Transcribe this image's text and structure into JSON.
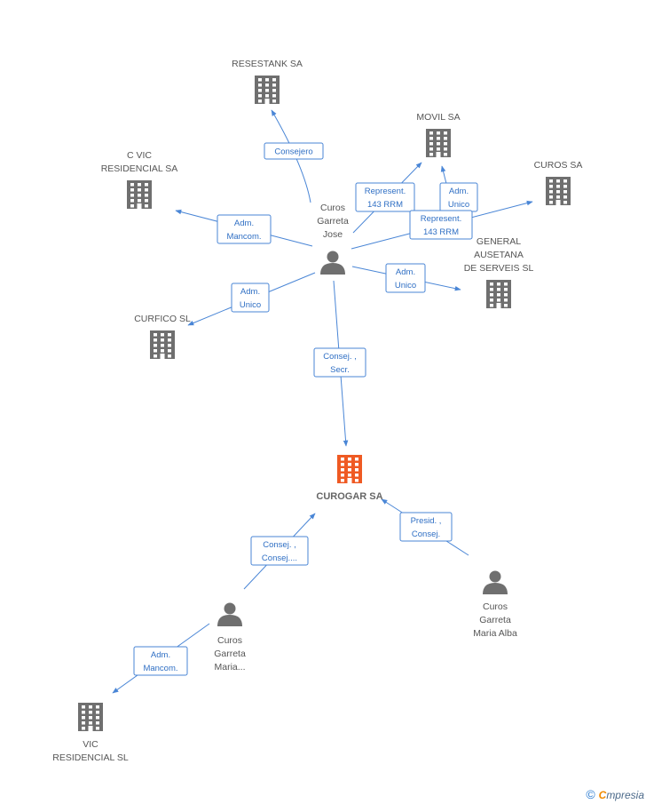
{
  "colors": {
    "edge": "#4a86d6",
    "building": "#6f6f6f",
    "building_main": "#ef5a23",
    "person": "#6f6f6f",
    "label": "#555555"
  },
  "nodes": [
    {
      "id": "resestank",
      "type": "company",
      "lines": [
        "RESESTANK SA"
      ]
    },
    {
      "id": "movil",
      "type": "company",
      "lines": [
        "MOVIL SA"
      ]
    },
    {
      "id": "cvic",
      "type": "company",
      "lines": [
        "C VIC",
        "RESIDENCIAL SA"
      ]
    },
    {
      "id": "curossa",
      "type": "company",
      "lines": [
        "CUROS SA"
      ]
    },
    {
      "id": "general",
      "type": "company",
      "lines": [
        "GENERAL",
        "AUSETANA",
        "DE SERVEIS  SL"
      ]
    },
    {
      "id": "curfico",
      "type": "company",
      "lines": [
        "CURFICO SL"
      ]
    },
    {
      "id": "curogar",
      "type": "company-main",
      "lines": [
        "CUROGAR SA"
      ]
    },
    {
      "id": "vic",
      "type": "company",
      "lines": [
        "VIC",
        "RESIDENCIAL SL"
      ]
    },
    {
      "id": "jose",
      "type": "person",
      "lines": [
        "Curos",
        "Garreta",
        "Jose"
      ]
    },
    {
      "id": "mariaalba",
      "type": "person",
      "lines": [
        "Curos",
        "Garreta",
        "Maria Alba"
      ]
    },
    {
      "id": "maria",
      "type": "person",
      "lines": [
        "Curos",
        "Garreta",
        "Maria..."
      ]
    }
  ],
  "edges": [
    {
      "from": "jose",
      "to": "resestank",
      "label": [
        "Consejero"
      ]
    },
    {
      "from": "jose",
      "to": "movil",
      "label": [
        "Represent.",
        "143 RRM"
      ]
    },
    {
      "from": "jose",
      "to": "movil",
      "label": [
        "Adm.",
        "Unico"
      ]
    },
    {
      "from": "jose",
      "to": "curossa",
      "label": [
        "Represent.",
        "143 RRM"
      ]
    },
    {
      "from": "jose",
      "to": "cvic",
      "label": [
        "Adm.",
        "Mancom."
      ]
    },
    {
      "from": "jose",
      "to": "general",
      "label": [
        "Adm.",
        "Unico"
      ]
    },
    {
      "from": "jose",
      "to": "curfico",
      "label": [
        "Adm.",
        "Unico"
      ]
    },
    {
      "from": "jose",
      "to": "curogar",
      "label": [
        "Consej. ,",
        "Secr."
      ]
    },
    {
      "from": "mariaalba",
      "to": "curogar",
      "label": [
        "Presid. ,",
        "Consej."
      ]
    },
    {
      "from": "maria",
      "to": "curogar",
      "label": [
        "Consej. ,",
        "Consej...."
      ]
    },
    {
      "from": "maria",
      "to": "vic",
      "label": [
        "Adm.",
        "Mancom."
      ]
    }
  ],
  "brand": {
    "copyright": "©",
    "e": "C",
    "rest": "mpresia"
  }
}
